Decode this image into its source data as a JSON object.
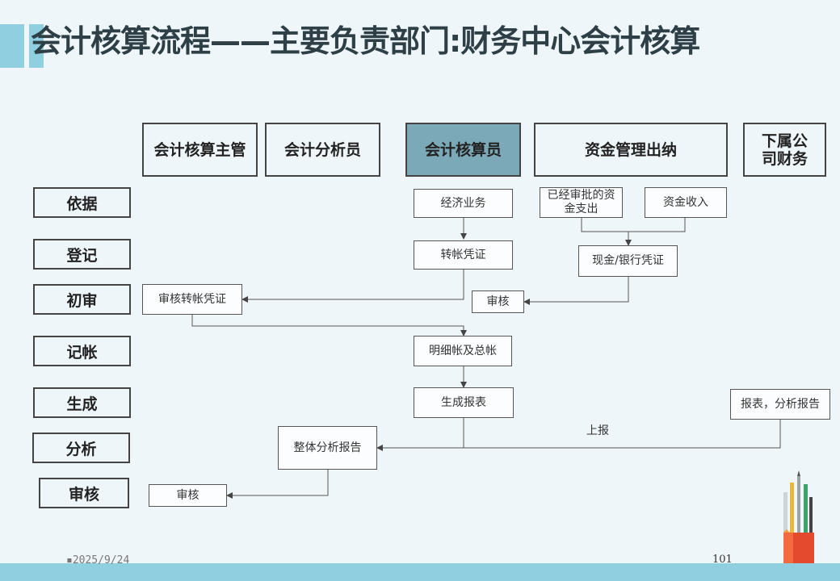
{
  "title": "会计核算流程——主要负责部门:财务中心会计核算",
  "columns": [
    "会计核算主管",
    "会计分析员",
    "会计核算员",
    "资金管理出纳",
    "下属公司财务"
  ],
  "rows": [
    "依据",
    "登记",
    "初审",
    "记帐",
    "生成",
    "分析",
    "审核"
  ],
  "nodes": {
    "economic_business": "经济业务",
    "approved_expense": "已经审批的资金支出",
    "fund_income": "资金收入",
    "transfer_voucher": "转帐凭证",
    "cash_bank_voucher": "现金/银行凭证",
    "review_transfer_voucher": "审核转帐凭证",
    "review_cashier": "审核",
    "ledger": "明细帐及总帐",
    "generate_report": "生成报表",
    "subsidiary_report": "报表，分析报告",
    "overall_analysis": "整体分析报告",
    "final_review": "审核"
  },
  "edge_label_report_up": "上报",
  "footer": {
    "date": "2025/9/24",
    "page": "101"
  },
  "colors": {
    "accent": "#8fcfdf",
    "active_header": "#7ba9b7"
  }
}
